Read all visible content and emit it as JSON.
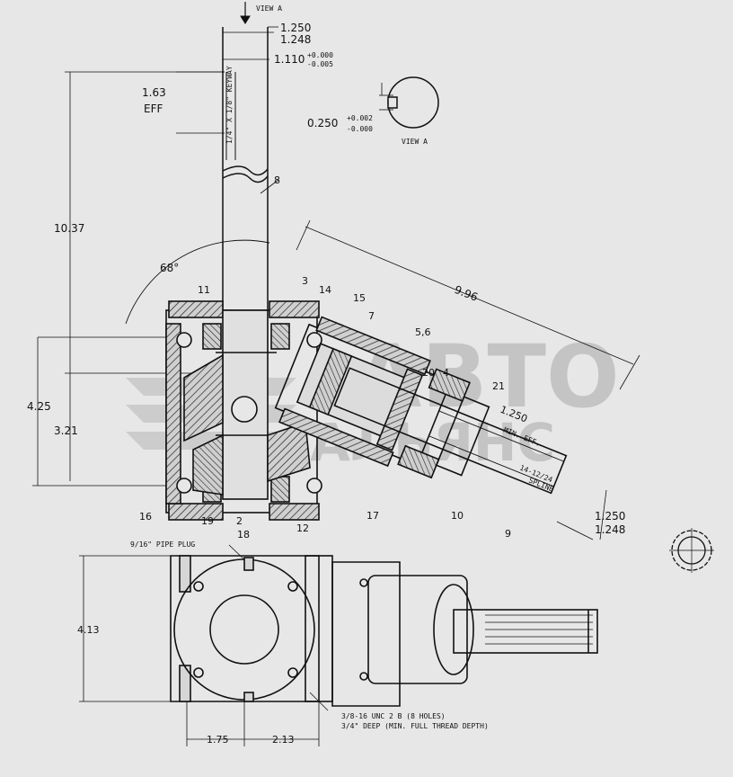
{
  "view_a": {
    "arrow_label": "VIEW A",
    "title": "VIEW A",
    "keyway_label": "0.250",
    "keyway_tol_upper": "+0.002",
    "keyway_tol_lower": "-0.000"
  },
  "shaft_dims": {
    "dia_upper": "1.250",
    "dia_lower": "1.248",
    "key_base": "1.110",
    "key_tol_upper": "+0.000",
    "key_tol_lower": "-0.005",
    "eff_value": "1.63",
    "eff_label": "EFF",
    "keyway_note": "1/4\" X 1/8\" KEYWAY"
  },
  "overall_dims": {
    "height": "10.37",
    "angle": "68°",
    "housing_height": "4.25",
    "center_height": "3.21",
    "angled_length": "9.96",
    "output_dia_upper": "1.250",
    "output_dia_lower": "1.248",
    "min_eff_value": "1.250",
    "min_eff_label": "MIN. EFF.",
    "spline_line1": "14-12/24",
    "spline_line2": "SPLINE",
    "side_height": "4.13",
    "bolt_x1": "1.75",
    "bolt_x2": "2.13"
  },
  "part_numbers": [
    "11",
    "3",
    "14",
    "15",
    "7",
    "5,6",
    "20",
    "4",
    "21",
    "8",
    "16",
    "19",
    "2",
    "12",
    "17",
    "10",
    "9",
    "18"
  ],
  "notes": {
    "pipe_plug": "9/16\" PIPE PLUG",
    "holes_line1": "3/8-16 UNC 2 B (8 HOLES)",
    "holes_line2": "3/4\" DEEP (MIN. FULL THREAD DEPTH)"
  },
  "watermark": {
    "line1": "АВТО",
    "line2": "АЛЬЯНС"
  }
}
